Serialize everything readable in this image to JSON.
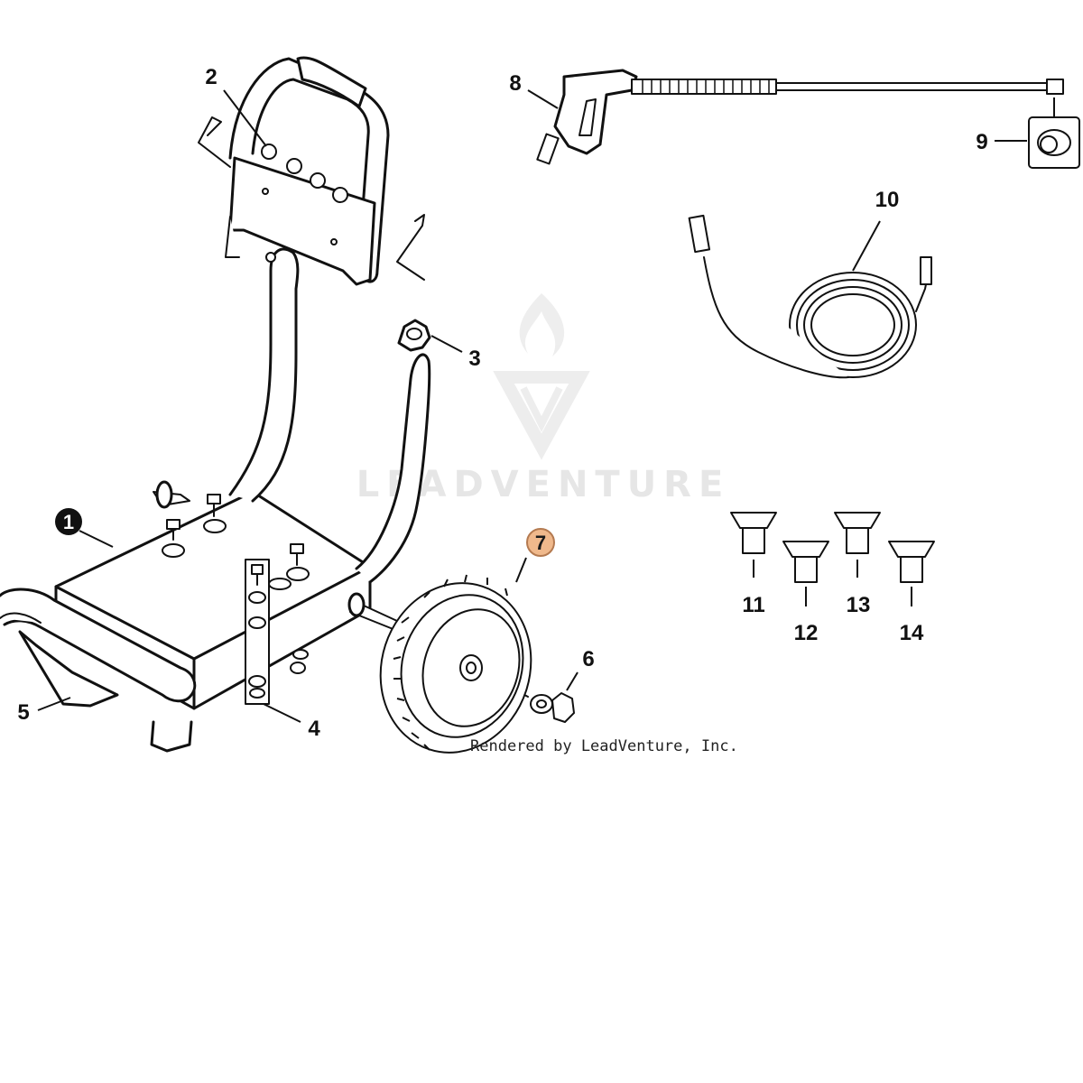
{
  "watermark": {
    "text": "LEADVENTURE"
  },
  "credit": "Rendered by LeadVenture, Inc.",
  "highlight_color": "#f0b98c",
  "callouts": [
    {
      "id": "1",
      "label": "1",
      "style": "inverse"
    },
    {
      "id": "2",
      "label": "2",
      "style": "plain"
    },
    {
      "id": "3",
      "label": "3",
      "style": "plain"
    },
    {
      "id": "4",
      "label": "4",
      "style": "plain"
    },
    {
      "id": "5",
      "label": "5",
      "style": "plain"
    },
    {
      "id": "6",
      "label": "6",
      "style": "plain"
    },
    {
      "id": "7",
      "label": "7",
      "style": "selected"
    },
    {
      "id": "8",
      "label": "8",
      "style": "plain"
    },
    {
      "id": "9",
      "label": "9",
      "style": "plain"
    },
    {
      "id": "10",
      "label": "10",
      "style": "plain"
    },
    {
      "id": "11",
      "label": "11",
      "style": "plain"
    },
    {
      "id": "12",
      "label": "12",
      "style": "plain"
    },
    {
      "id": "13",
      "label": "13",
      "style": "plain"
    },
    {
      "id": "14",
      "label": "14",
      "style": "plain"
    }
  ]
}
